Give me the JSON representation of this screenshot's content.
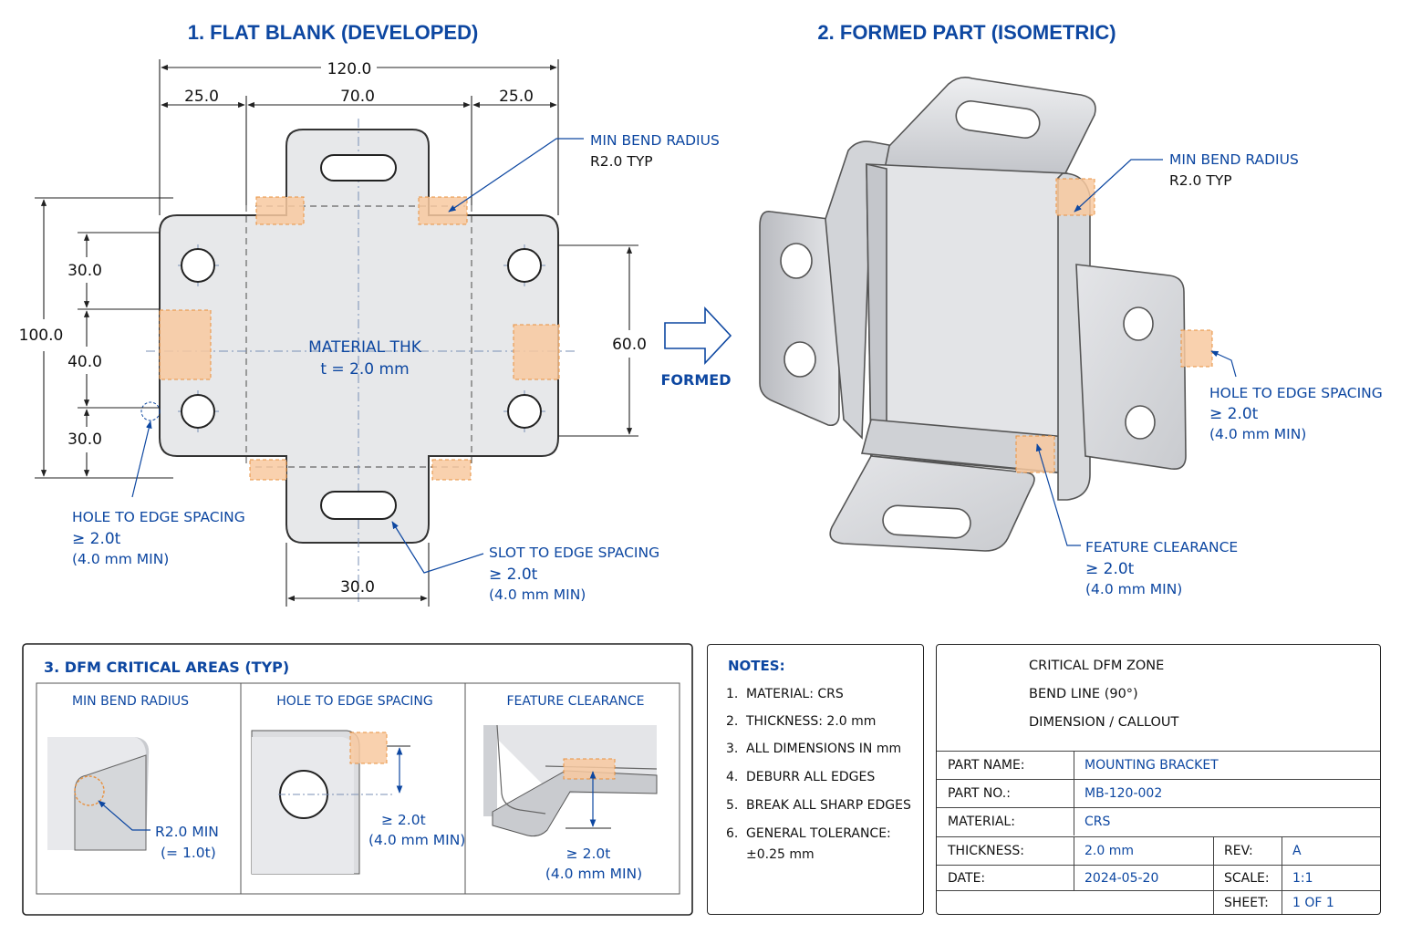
{
  "titles": {
    "flat": "1. FLAT BLANK (DEVELOPED)",
    "formed": "2. FORMED PART (ISOMETRIC)"
  },
  "flat": {
    "dim_overall_width": "120.0",
    "dim_left_flange": "25.0",
    "dim_center": "70.0",
    "dim_right_flange": "25.0",
    "dim_overall_height": "100.0",
    "dim_top_hole": "30.0",
    "dim_mid_hole": "40.0",
    "dim_bottom_hole": "30.0",
    "dim_right_holes": "60.0",
    "dim_bottom_tab": "30.0",
    "material_label": "MATERIAL THK",
    "material_value": "t = 2.0 mm",
    "callout_bend_title": "MIN BEND RADIUS",
    "callout_bend_value": "R2.0 TYP",
    "callout_hole_title": "HOLE TO EDGE SPACING",
    "callout_hole_value": "≥ 2.0t",
    "callout_hole_min": "(4.0 mm MIN)",
    "callout_slot_title": "SLOT TO EDGE SPACING",
    "callout_slot_value": "≥ 2.0t",
    "callout_slot_min": "(4.0 mm MIN)"
  },
  "arrow_label": "FORMED",
  "formed": {
    "callout_bend_title": "MIN BEND RADIUS",
    "callout_bend_value": "R2.0 TYP",
    "callout_hole_title": "HOLE TO EDGE SPACING",
    "callout_hole_value": "≥ 2.0t",
    "callout_hole_min": "(4.0 mm MIN)",
    "callout_clear_title": "FEATURE CLEARANCE",
    "callout_clear_value": "≥ 2.0t",
    "callout_clear_min": "(4.0 mm MIN)"
  },
  "dfm": {
    "title": "3. DFM CRITICAL AREAS (TYP)",
    "col1_title": "MIN BEND RADIUS",
    "col1_value": "R2.0 MIN",
    "col1_sub": "(= 1.0t)",
    "col2_title": "HOLE TO EDGE SPACING",
    "col2_value": "≥ 2.0t",
    "col2_sub": "(4.0 mm MIN)",
    "col3_title": "FEATURE CLEARANCE",
    "col3_value": "≥ 2.0t",
    "col3_sub": "(4.0 mm MIN)"
  },
  "notes": {
    "title": "NOTES:",
    "items": [
      {
        "num": "1.",
        "text": "MATERIAL: CRS"
      },
      {
        "num": "2.",
        "text": "THICKNESS: 2.0 mm"
      },
      {
        "num": "3.",
        "text": "ALL DIMENSIONS IN mm"
      },
      {
        "num": "4.",
        "text": "DEBURR ALL EDGES"
      },
      {
        "num": "5.",
        "text": "BREAK ALL SHARP EDGES"
      },
      {
        "num": "6.",
        "text": "GENERAL TOLERANCE:",
        "text2": "±0.25 mm"
      }
    ]
  },
  "legend": {
    "zone": "CRITICAL DFM ZONE",
    "bend": "BEND LINE (90°)",
    "dim": "DIMENSION / CALLOUT"
  },
  "titleblock": {
    "part_name_label": "PART NAME:",
    "part_name": "MOUNTING BRACKET",
    "part_no_label": "PART NO.:",
    "part_no": "MB-120-002",
    "material_label": "MATERIAL:",
    "material": "CRS",
    "thickness_label": "THICKNESS:",
    "thickness": "2.0 mm",
    "rev_label": "REV:",
    "rev": "A",
    "date_label": "DATE:",
    "date": "2024-05-20",
    "scale_label": "SCALE:",
    "scale": "1:1",
    "sheet_label": "SHEET:",
    "sheet": "1 OF 1"
  },
  "colors": {
    "accent": "#0d47a1",
    "zone_fill": "#f8c9a0",
    "zone_stroke": "#e8913f",
    "metal": "#dcdde0"
  }
}
